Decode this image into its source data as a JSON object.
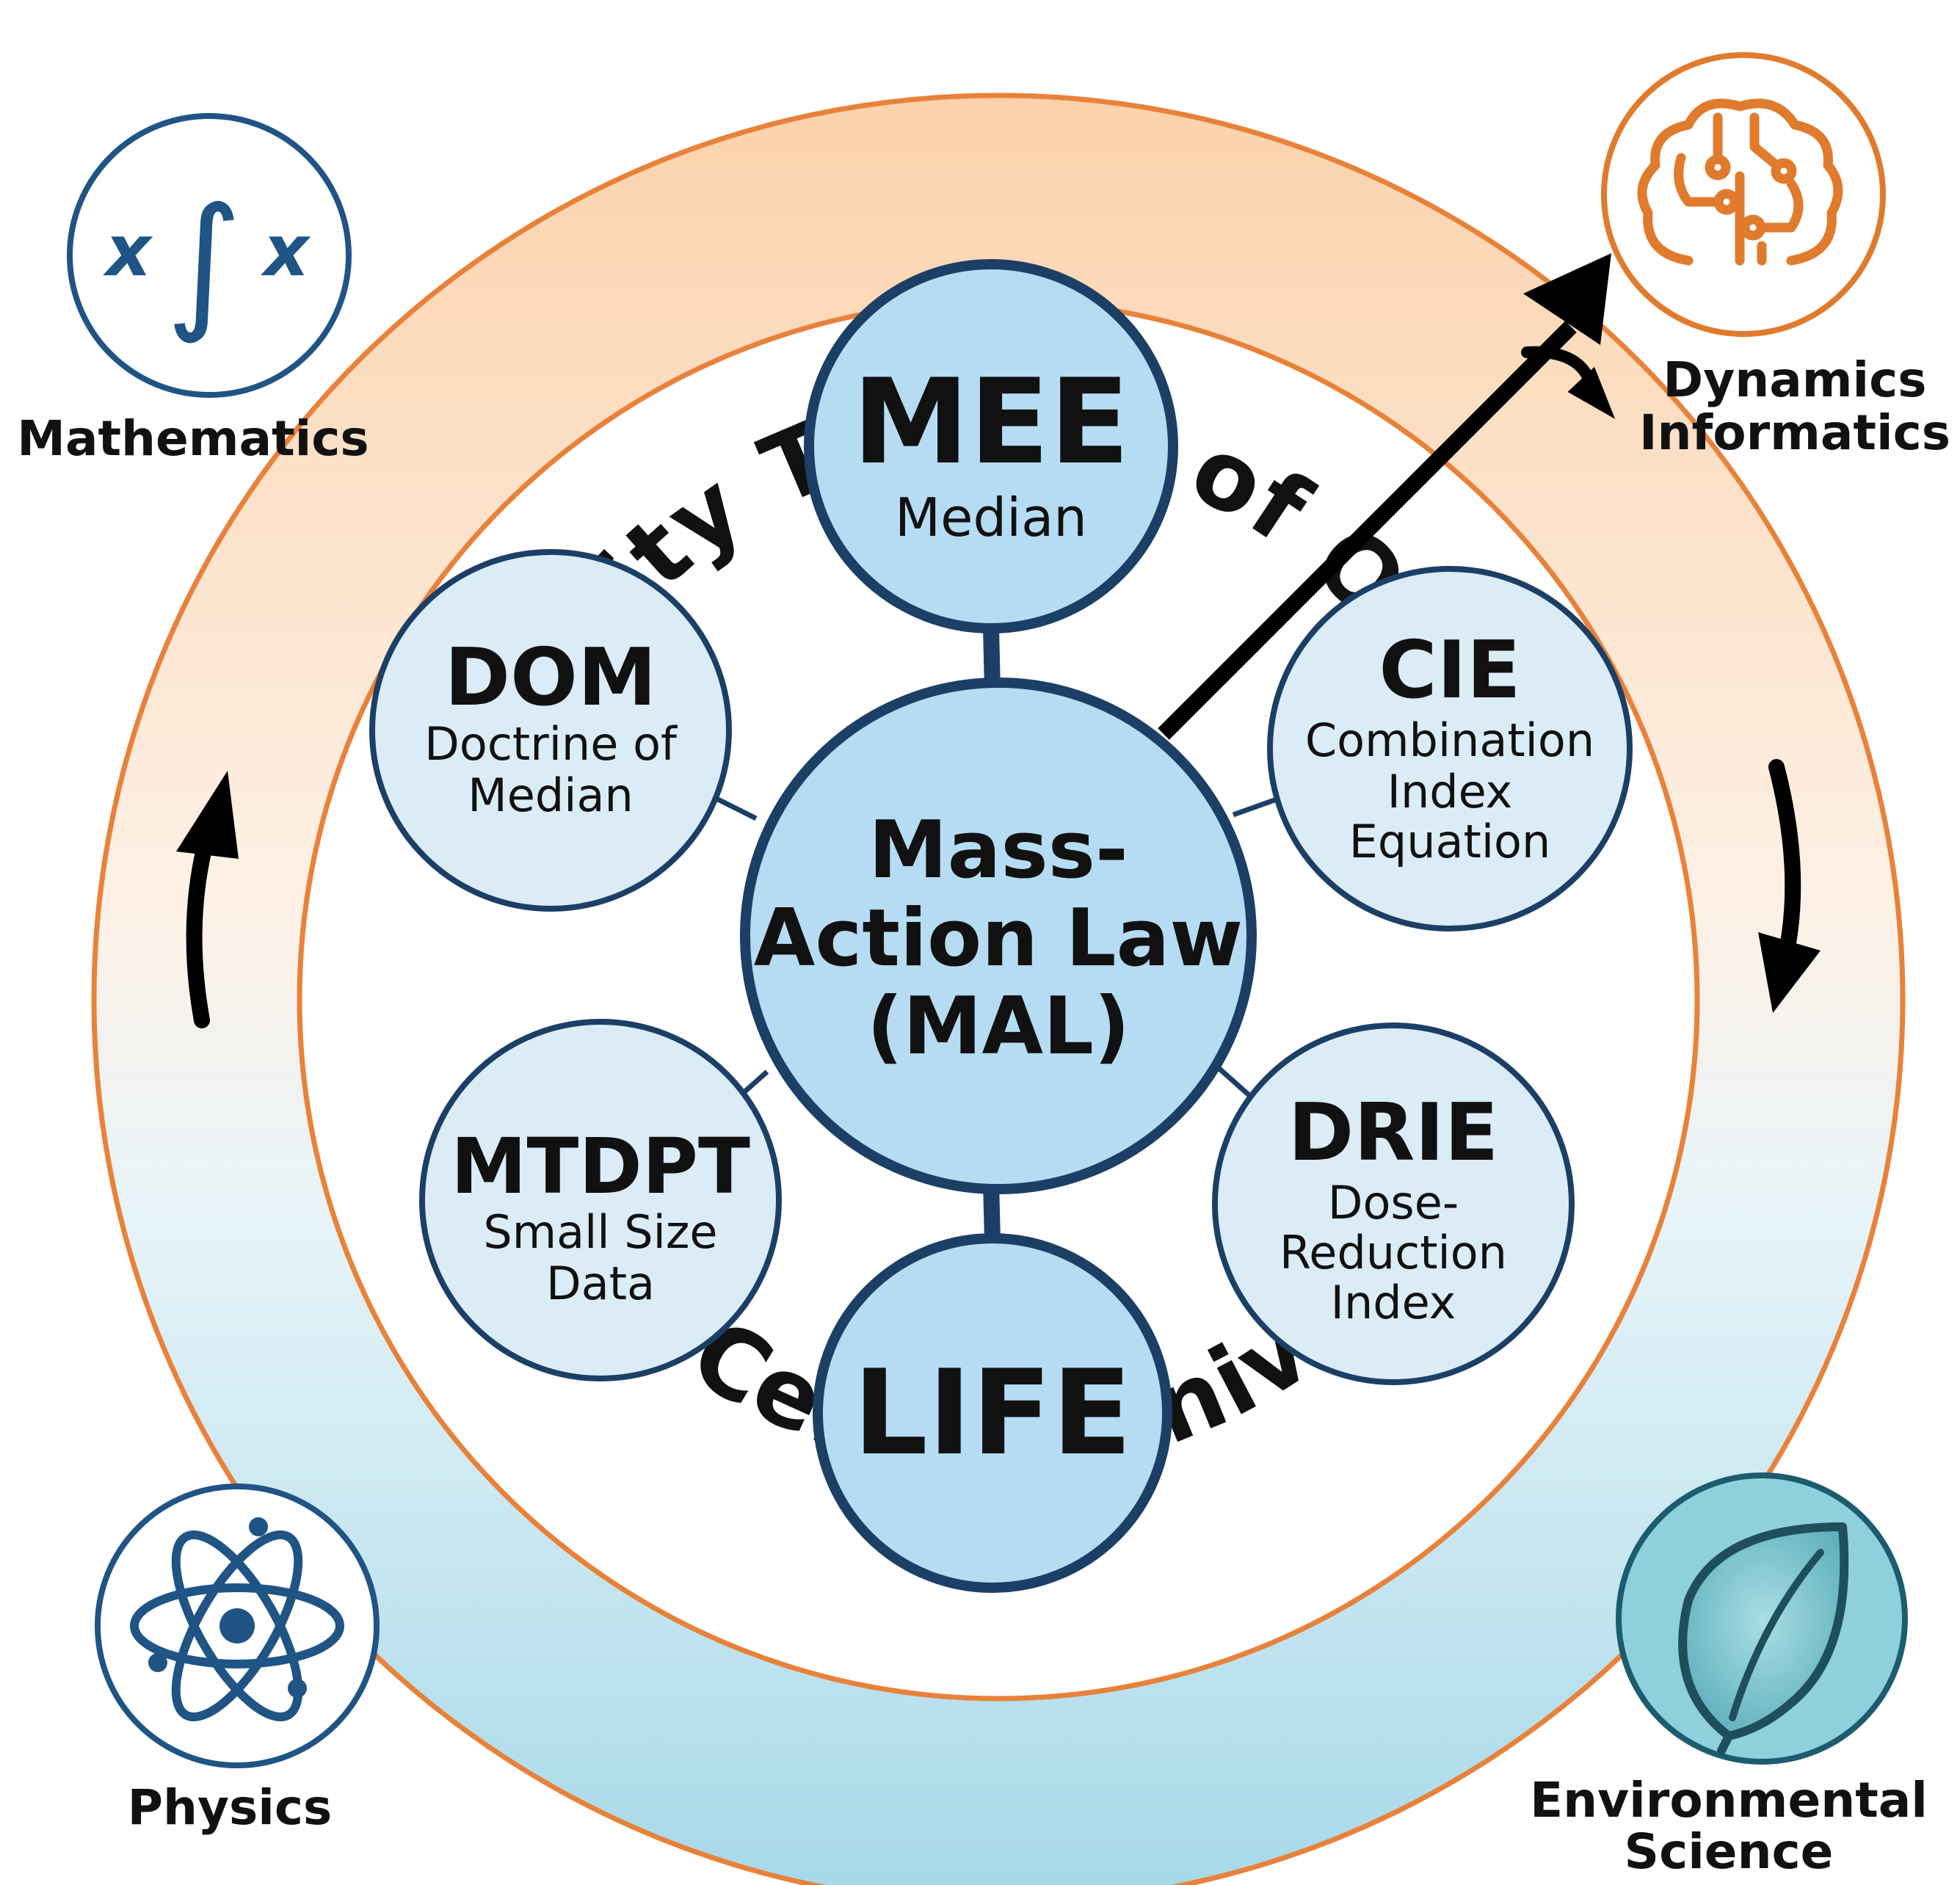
{
  "ring": {
    "top_text": "Unity Theory of One",
    "bottom_text": "Life-Centric Universe"
  },
  "center": {
    "line1": "Mass-",
    "line2": "Action Law",
    "line3": "(MAL)"
  },
  "nodes": {
    "mee": {
      "title": "MEE",
      "sub1": "Median"
    },
    "life": {
      "title": "LIFE"
    },
    "dom": {
      "title": "DOM",
      "sub1": "Doctrine of",
      "sub2": "Median"
    },
    "cie": {
      "title": "CIE",
      "sub1": "Combination",
      "sub2": "Index",
      "sub3": "Equation"
    },
    "mtdpt": {
      "title": "MTDPT",
      "sub1": "Small Size",
      "sub2": "Data"
    },
    "drie": {
      "title": "DRIE",
      "sub1": "Dose-",
      "sub2": "Reduction",
      "sub3": "Index"
    }
  },
  "corners": {
    "mathematics": {
      "label": "Mathematics",
      "glyph_left": "x",
      "glyph_integral": "∫",
      "glyph_right": "x",
      "icon": "integral-icon"
    },
    "dynamics": {
      "label1": "Dynamics",
      "label2": "Informatics",
      "icon": "brain-circuit-icon"
    },
    "physics": {
      "label": "Physics",
      "icon": "atom-icon"
    },
    "environmental": {
      "label1": "Environmental",
      "label2": "Science",
      "icon": "leaf-icon"
    }
  },
  "colors": {
    "ring_top": "#fbd7b4",
    "ring_bottom": "#a9dbe9",
    "ring_stroke": "#e8823a",
    "node_fill": "#dbecf7",
    "node_fill_strong": "#b5dcf2",
    "node_stroke": "#1c3f66",
    "icon_blue": "#1f5485",
    "icon_orange": "#e07b2e",
    "icon_teal": "#3a8b97"
  }
}
